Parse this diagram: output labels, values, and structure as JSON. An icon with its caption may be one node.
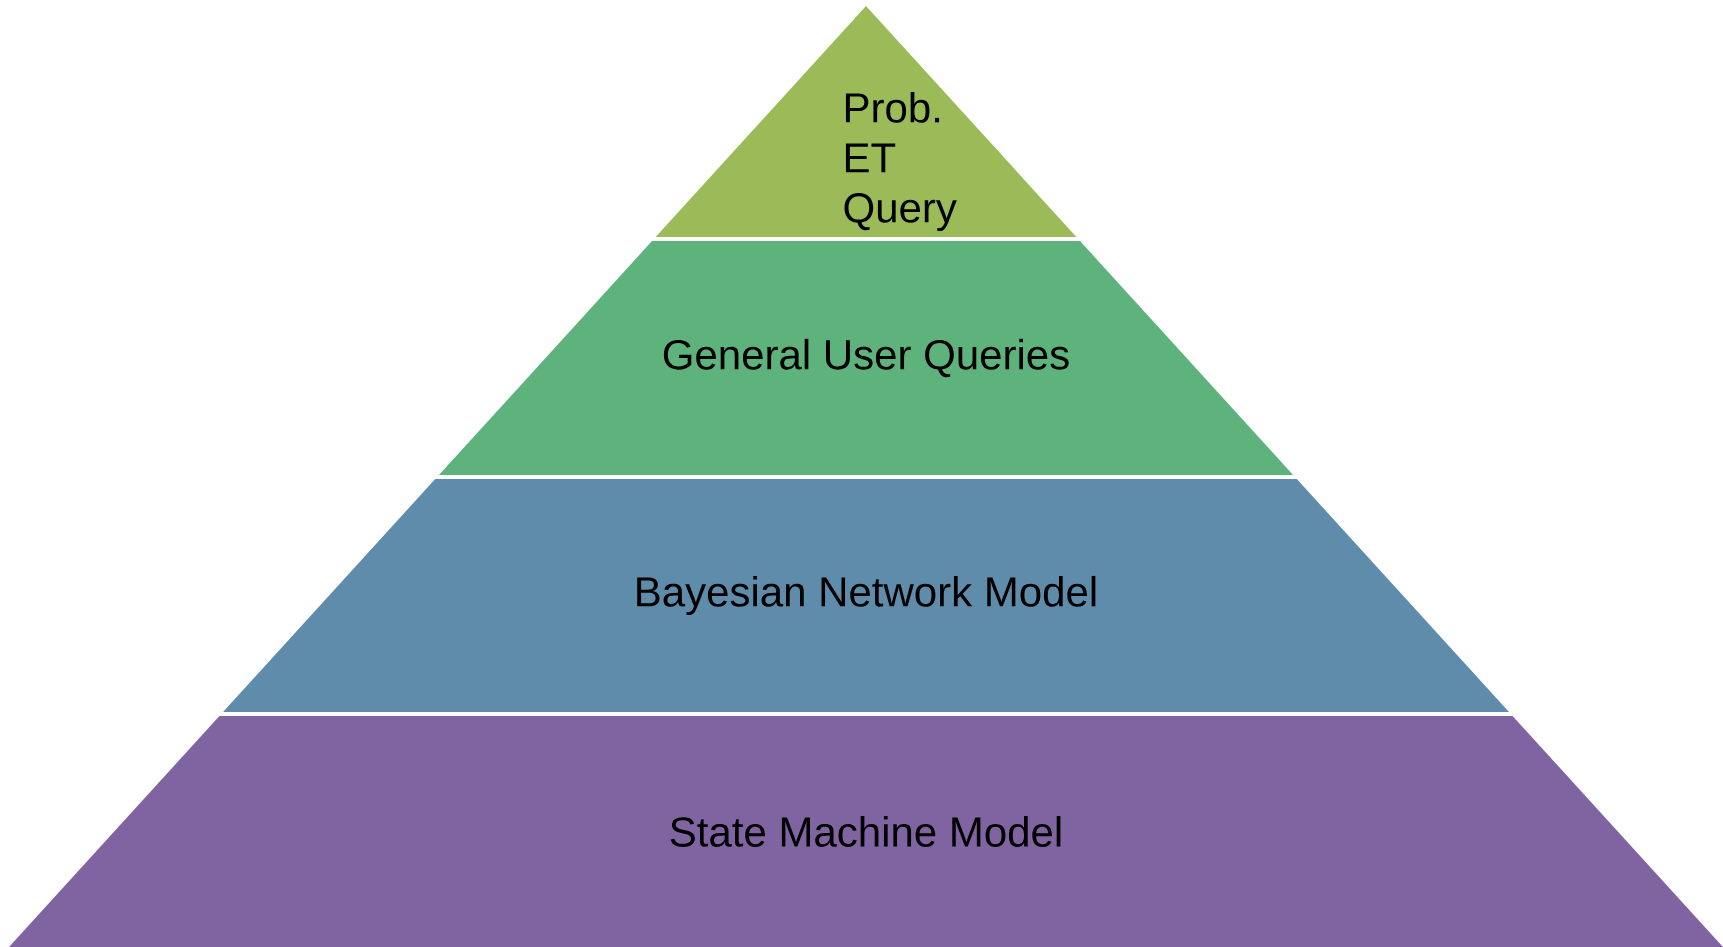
{
  "diagram": {
    "nodes": [
      {
        "text": [
          "Prob. ET Query"
        ]
      },
      {
        "text": [
          "General User Queries"
        ]
      },
      {
        "text": [
          "Bayesian Network Model"
        ]
      },
      {
        "text": [
          "State Machine Model"
        ]
      }
    ]
  }
}
